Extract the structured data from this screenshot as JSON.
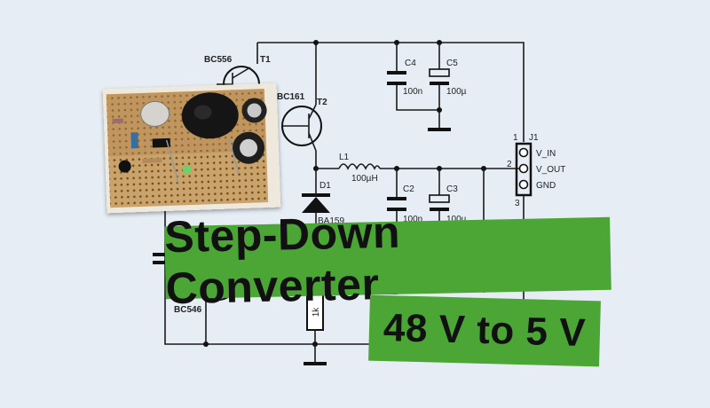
{
  "title": {
    "line1": "Step-Down Converter",
    "line2": "48 V to 5 V"
  },
  "schematic": {
    "components": {
      "t1": {
        "ref": "T1",
        "part": "BC556"
      },
      "t2": {
        "ref": "T2",
        "part": "BC161"
      },
      "t3_part": "BC546",
      "l1": {
        "ref": "L1",
        "value": "100µH"
      },
      "d1": {
        "ref": "D1",
        "part": "BA159"
      },
      "c2": {
        "ref": "C2",
        "value": "100n"
      },
      "c3": {
        "ref": "C3",
        "value": "100µ"
      },
      "c4": {
        "ref": "C4",
        "value": "100n"
      },
      "c5": {
        "ref": "C5",
        "value": "100µ"
      },
      "r_1k": "1k",
      "j1": {
        "ref": "J1",
        "pins": [
          "V_IN",
          "V_OUT",
          "GND"
        ],
        "pin_numbers": [
          "1",
          "2",
          "3"
        ]
      }
    }
  },
  "colors": {
    "background": "#e6edf5",
    "banner": "#4ba636",
    "pcb": "#c9a36a"
  }
}
